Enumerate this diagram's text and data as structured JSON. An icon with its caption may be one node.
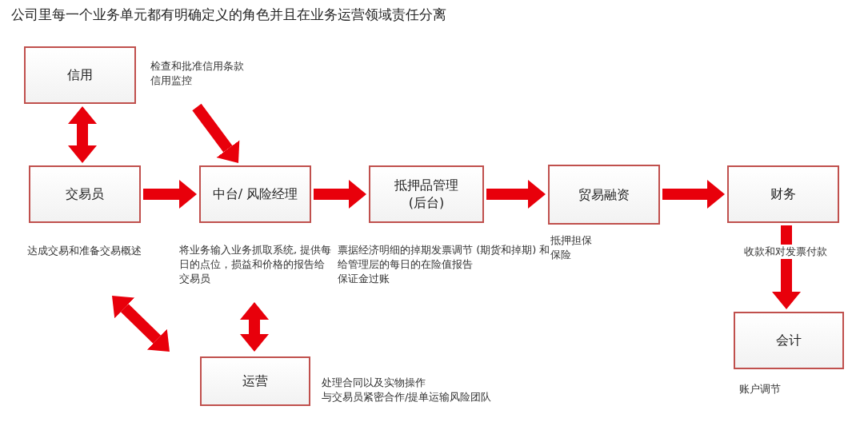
{
  "diagram": {
    "title": "公司里每一个业务单元都有明确定义的角色并且在业务运营领域责任分离",
    "nodes": [
      {
        "text": [
          "信用"
        ],
        "beside": [
          "检查和批准信用条款",
          "信用监控"
        ]
      },
      {
        "text": [
          "交易员"
        ],
        "beside": [
          "达成交易和准备交易概述"
        ]
      },
      {
        "text": [
          "中台/ 风险经理"
        ],
        "beside": [
          "将业务输入业务抓取系统, 提供每日的点位，损益和价格的报告给交易员"
        ]
      },
      {
        "text": [
          "抵押品管理 (后台)"
        ],
        "beside": [
          "票据经济明细的掉期发票调节 (期货和掉期) 和给管理层的每日的在险值报告",
          "保证金过账"
        ]
      },
      {
        "text": [
          "贸易融资"
        ],
        "beside": [
          "抵押担保",
          "保险"
        ]
      },
      {
        "text": [
          "财务"
        ],
        "beside": [
          "收款和对发票付款"
        ]
      },
      {
        "text": [
          "会计"
        ],
        "beside": [
          "账户调节"
        ]
      },
      {
        "text": [
          "运营"
        ],
        "beside": [
          "处理合同以及实物操作",
          "与交易员紧密合作/提单运输风险团队"
        ]
      }
    ],
    "edges": [
      {
        "from": 0,
        "to": 1,
        "arrow": "both"
      },
      {
        "from": null,
        "to": 2,
        "arrow": "to"
      },
      {
        "from": 1,
        "to": 2,
        "arrow": "to"
      },
      {
        "from": 2,
        "to": 3,
        "arrow": "to"
      },
      {
        "from": 3,
        "to": 4,
        "arrow": "to"
      },
      {
        "from": 4,
        "to": 5,
        "arrow": "to"
      },
      {
        "from": 5,
        "to": 6,
        "arrow": "to"
      },
      {
        "from": 1,
        "to": 7,
        "arrow": "both"
      },
      {
        "from": 7,
        "to": 2,
        "arrow": "both"
      }
    ]
  }
}
